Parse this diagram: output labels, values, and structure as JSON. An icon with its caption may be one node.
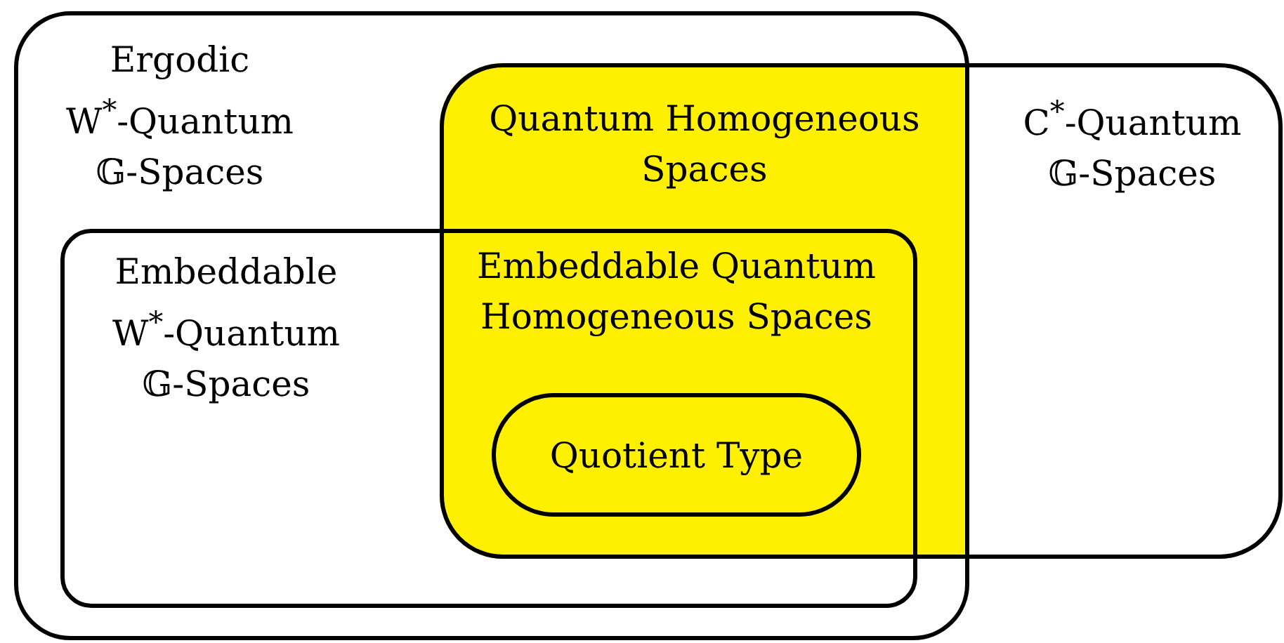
{
  "diagram": {
    "nodes": [
      {
        "text": [
          "Ergodic W$^{*}$-Quantum 𝔾-Spaces"
        ]
      },
      {
        "text": [
          "C$^{*}$-Quantum 𝔾-Spaces"
        ]
      },
      {
        "text": [
          "Quantum Homogeneous Spaces"
        ]
      },
      {
        "text": [
          "Embeddable W$^{*}$-Quantum 𝔾-Spaces"
        ],
        "in": 0
      },
      {
        "text": [
          "Embeddable Quantum Homogeneous Spaces"
        ]
      },
      {
        "text": [
          "Quotient Type"
        ]
      }
    ],
    "edges": []
  }
}
